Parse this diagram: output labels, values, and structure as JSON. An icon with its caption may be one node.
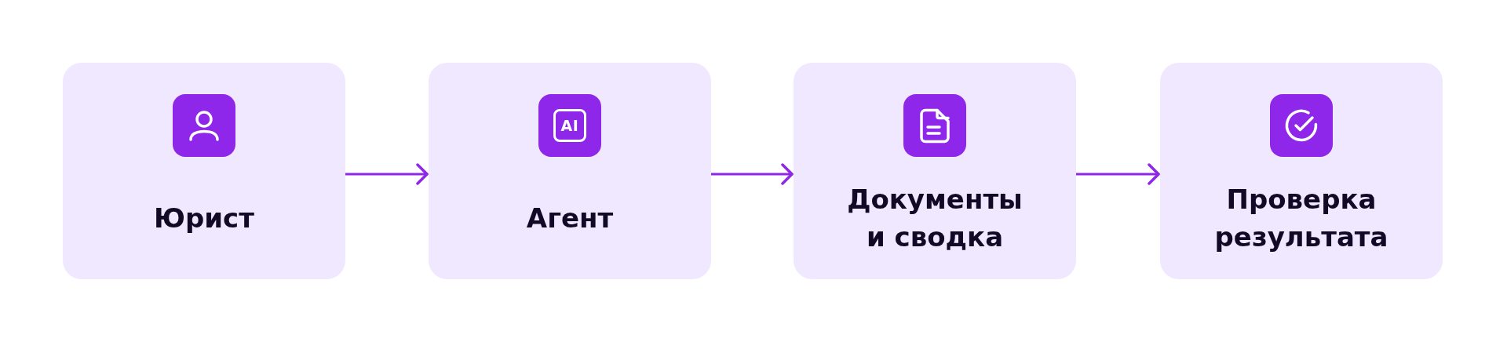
{
  "diagram": {
    "nodes": [
      {
        "text": [
          "Юрист"
        ]
      },
      {
        "text": [
          "Агент"
        ]
      },
      {
        "text": [
          "Документы и сводка"
        ]
      },
      {
        "text": [
          "Проверка результата"
        ]
      }
    ],
    "edges": [
      {
        "from": 0,
        "to": 1,
        "arrow": "to"
      },
      {
        "from": 1,
        "to": 2,
        "arrow": "to"
      },
      {
        "from": 2,
        "to": 3,
        "arrow": "to"
      }
    ],
    "labels": [
      "AI"
    ]
  }
}
